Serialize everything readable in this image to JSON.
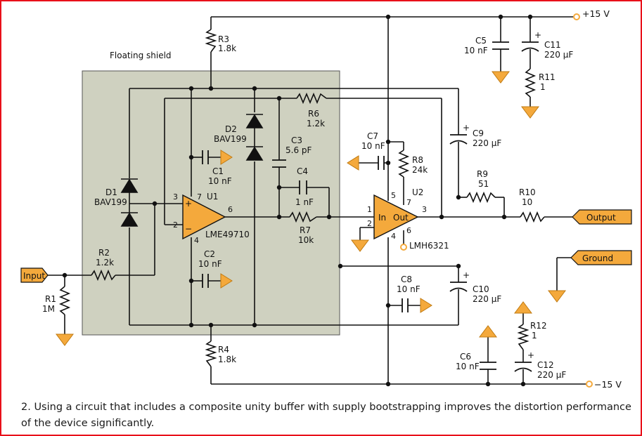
{
  "colors": {
    "orange": "#f4a93c",
    "shield_fill": "#cfd1c0",
    "frame_red": "#e8101a",
    "wire": "#111111"
  },
  "shield": {
    "label": "Floating shield"
  },
  "rails": {
    "pos": "+15 V",
    "neg": "−15 V"
  },
  "ports": {
    "input": "Input",
    "output": "Output",
    "ground": "Ground"
  },
  "components": {
    "r1": {
      "ref": "R1",
      "value": "1M"
    },
    "r2": {
      "ref": "R2",
      "value": "1.2k"
    },
    "r3": {
      "ref": "R3",
      "value": "1.8k"
    },
    "r4": {
      "ref": "R4",
      "value": "1.8k"
    },
    "r6": {
      "ref": "R6",
      "value": "1.2k"
    },
    "r7": {
      "ref": "R7",
      "value": "10k"
    },
    "r8": {
      "ref": "R8",
      "value": "24k"
    },
    "r9": {
      "ref": "R9",
      "value": "51"
    },
    "r10": {
      "ref": "R10",
      "value": "10"
    },
    "r11": {
      "ref": "R11",
      "value": "1"
    },
    "r12": {
      "ref": "R12",
      "value": "1"
    },
    "c1": {
      "ref": "C1",
      "value": "10 nF"
    },
    "c2": {
      "ref": "C2",
      "value": "10 nF"
    },
    "c3": {
      "ref": "C3",
      "value": "5.6 pF"
    },
    "c4": {
      "ref": "C4",
      "value": "1 nF"
    },
    "c5": {
      "ref": "C5",
      "value": "10 nF"
    },
    "c6": {
      "ref": "C6",
      "value": "10 nF"
    },
    "c7": {
      "ref": "C7",
      "value": "10 nF"
    },
    "c8": {
      "ref": "C8",
      "value": "10 nF"
    },
    "c9": {
      "ref": "C9",
      "value": "220 µF"
    },
    "c10": {
      "ref": "C10",
      "value": "220 µF"
    },
    "c11": {
      "ref": "C11",
      "value": "220 µF"
    },
    "c12": {
      "ref": "C12",
      "value": "220 µF"
    },
    "d1": {
      "ref": "D1",
      "value": "BAV199"
    },
    "d2": {
      "ref": "D2",
      "value": "BAV199"
    },
    "u1": {
      "ref": "U1",
      "part": "LME49710",
      "pin_plus": "+",
      "pin_minus": "−",
      "p2": "2",
      "p3": "3",
      "p4": "4",
      "p6": "6",
      "p7": "7"
    },
    "u2": {
      "ref": "U2",
      "part": "LMH6321",
      "in_label": "In",
      "out_label": "Out",
      "p1": "1",
      "p2": "2",
      "p3": "3",
      "p4": "4",
      "p5": "5",
      "p6": "6",
      "p7": "7"
    }
  },
  "caption": "2. Using a circuit that includes a composite unity buffer with supply bootstrapping improves the distortion performance of the device significantly."
}
